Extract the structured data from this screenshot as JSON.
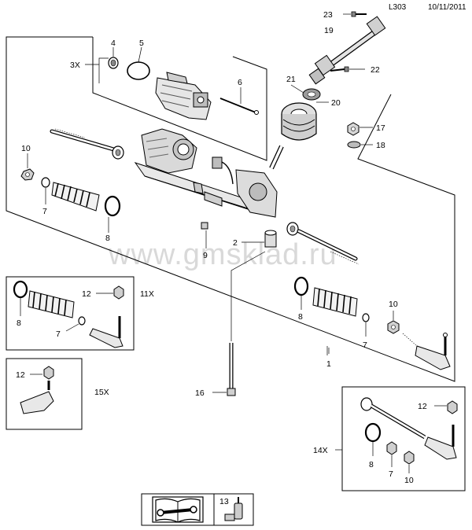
{
  "header": {
    "page_code": "L303",
    "date": "10/11/2011"
  },
  "watermark": "www.gmsklad.ru",
  "callouts": {
    "c1": "1",
    "c2": "2",
    "c4": "4",
    "c5": "5",
    "c6": "6",
    "c7a": "7",
    "c7b": "7",
    "c7c": "7",
    "c7d": "7",
    "c8a": "8",
    "c8b": "8",
    "c8c": "8",
    "c8d": "8",
    "c9": "9",
    "c10a": "10",
    "c10b": "10",
    "c10c": "10",
    "c12a": "12",
    "c12b": "12",
    "c12c": "12",
    "c13": "13",
    "c16": "16",
    "c17": "17",
    "c18": "18",
    "c19": "19",
    "c20": "20",
    "c21": "21",
    "c22": "22",
    "c23": "23"
  },
  "kits": {
    "k3": "3X",
    "k11": "11X",
    "k15": "15X",
    "k14": "14X"
  },
  "icons": [
    "manual-book-icon",
    "wrench-icon",
    "grease-applicator-icon"
  ]
}
